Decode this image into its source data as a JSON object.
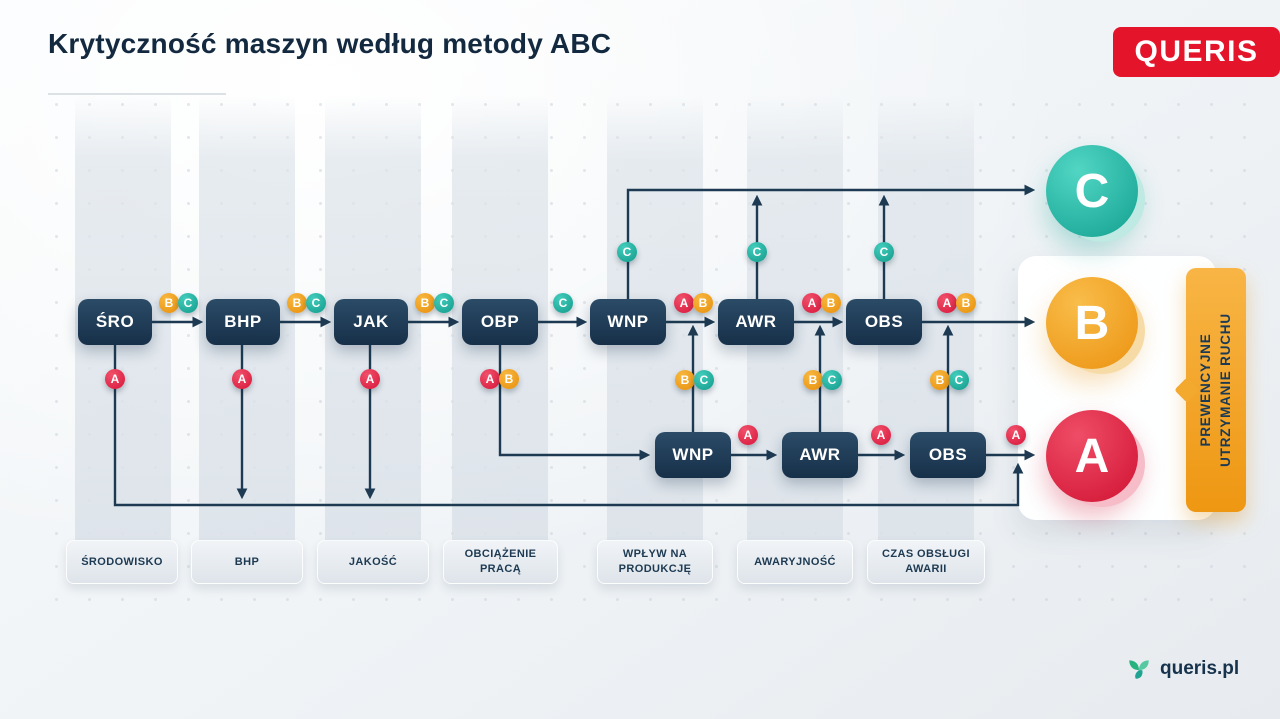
{
  "header": {
    "title": "Krytyczność maszyn według metody ABC",
    "brand": "QUERIS"
  },
  "badges": {
    "a": "A",
    "b": "B",
    "c": "C"
  },
  "nodes": {
    "top": [
      "ŚRO",
      "BHP",
      "JAK",
      "OBP",
      "WNP",
      "AWR",
      "OBS"
    ],
    "bottom": [
      "WNP",
      "AWR",
      "OBS"
    ]
  },
  "results": [
    {
      "label": "C",
      "color": "#12a090"
    },
    {
      "label": "B",
      "color": "#eb9210"
    },
    {
      "label": "A",
      "color": "#d01232"
    }
  ],
  "side_tab": {
    "line1": "PREWENCYJNE",
    "line2": "UTRZYMANIE RUCHU"
  },
  "categories": [
    "ŚRODOWISKO",
    "BHP",
    "JAKOŚĆ",
    "OBCIĄŻENIE PRACĄ",
    "WPŁYW NA PRODUKCJĘ",
    "AWARYJNOŚĆ",
    "CZAS OBSŁUGI AWARII"
  ],
  "footer": {
    "site": "queris.pl"
  },
  "colors": {
    "navy": "#17324c",
    "badge_a_red": "#d8163a",
    "badge_b_orange": "#e78f0b",
    "badge_c_teal": "#129a8a",
    "brand_red": "#e4152b"
  }
}
